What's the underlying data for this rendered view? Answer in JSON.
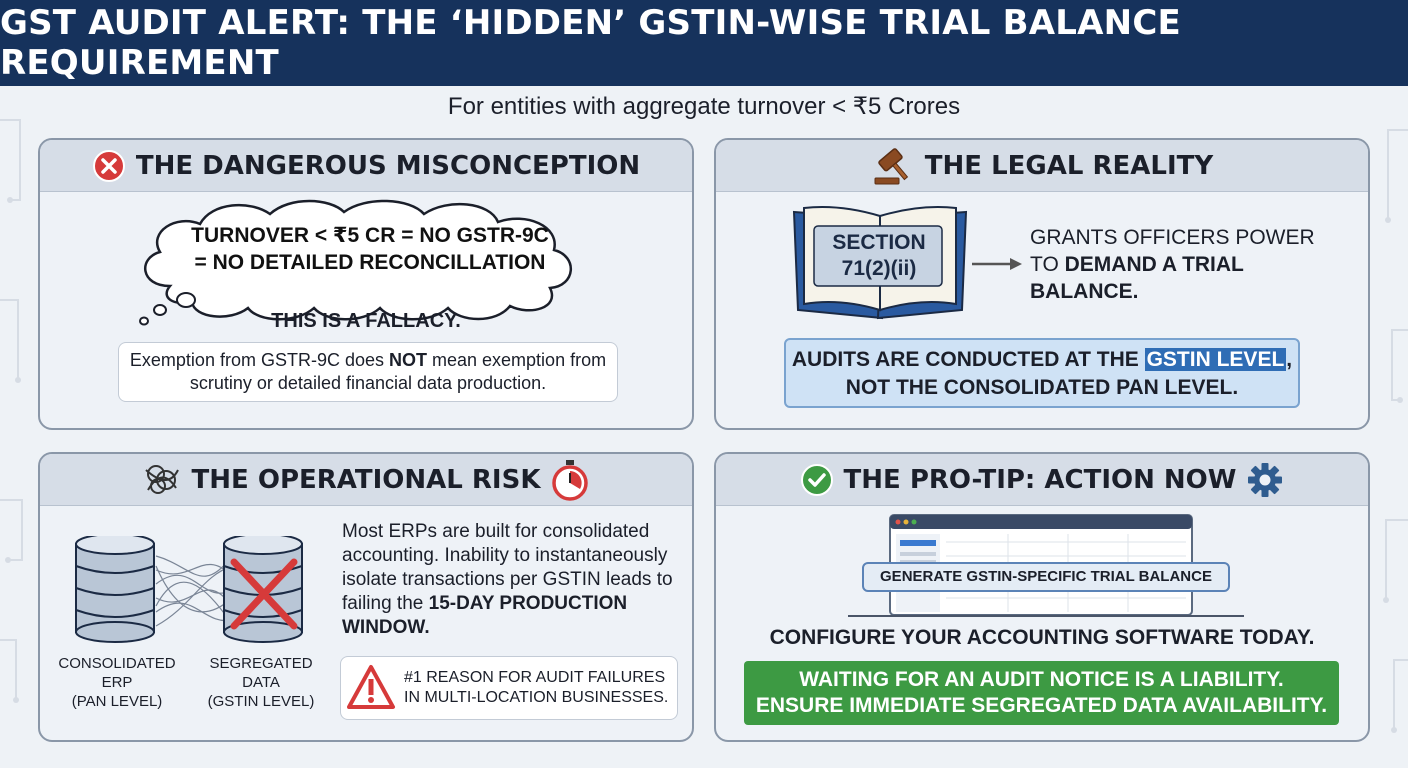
{
  "header": {
    "title": "GST AUDIT ALERT: THE ‘HIDDEN’ GSTIN-WISE TRIAL BALANCE REQUIREMENT"
  },
  "subtitle": "For entities with aggregate turnover < ₹5 Crores",
  "misconception": {
    "title": "THE DANGEROUS MISCONCEPTION",
    "cloud_line1": "TURNOVER < ₹5 CR = NO GSTR-9C",
    "cloud_line2": "= NO DETAILED RECONCILLATION",
    "fallacy": "THIS IS A FALLACY.",
    "note_part1": "Exemption from GSTR-9C does ",
    "note_bold": "NOT",
    "note_part2": " mean exemption from scrutiny or detailed financial data production."
  },
  "legal": {
    "title": "THE LEGAL REALITY",
    "section_line1": "SECTION",
    "section_line2": "71(2)(ii)",
    "grants_part1": "GRANTS OFFICERS POWER TO ",
    "grants_bold": "DEMAND A TRIAL BALANCE.",
    "audit_part1": "AUDITS ARE CONDUCTED AT THE ",
    "audit_highlight": "GSTIN LEVEL",
    "audit_part2": ",",
    "audit_line2": "NOT THE CONSOLIDATED PAN LEVEL."
  },
  "operational": {
    "title": "THE OPERATIONAL RISK",
    "text_part1": "Most ERPs are built for consolidated accounting. Inability to instantaneously isolate transactions per GSTIN leads to failing the ",
    "text_bold": "15-DAY PRODUCTION WINDOW.",
    "db1_line1": "CONSOLIDATED",
    "db1_line2": "ERP",
    "db1_line3": "(PAN LEVEL)",
    "db2_line1": "SEGREGATED",
    "db2_line2": "DATA",
    "db2_line3": "(GSTIN LEVEL)",
    "warning_line1": "#1 REASON FOR AUDIT FAILURES",
    "warning_line2": "IN MULTI-LOCATION BUSINESSES."
  },
  "protip": {
    "title": "THE PRO-TIP: ACTION NOW",
    "generate_label": "GENERATE GSTIN-SPECIFIC TRIAL BALANCE",
    "configure": "CONFIGURE YOUR ACCOUNTING SOFTWARE TODAY.",
    "green_line1": "WAITING FOR AN AUDIT NOTICE IS A LIABILITY.",
    "green_line2": "ENSURE IMMEDIATE SEGREGATED DATA AVAILABILITY."
  },
  "icons": {
    "error": "x-circle-icon",
    "gavel": "gavel-icon",
    "tangle": "tangle-icon",
    "stopwatch": "stopwatch-icon",
    "check": "check-circle-icon",
    "gear": "gear-icon",
    "book": "book-icon",
    "database": "database-icon",
    "warning": "warning-icon"
  },
  "colors": {
    "header_bg": "#16325c",
    "danger": "#d63a3a",
    "success": "#3d9a43",
    "highlight": "#2f6db5"
  }
}
